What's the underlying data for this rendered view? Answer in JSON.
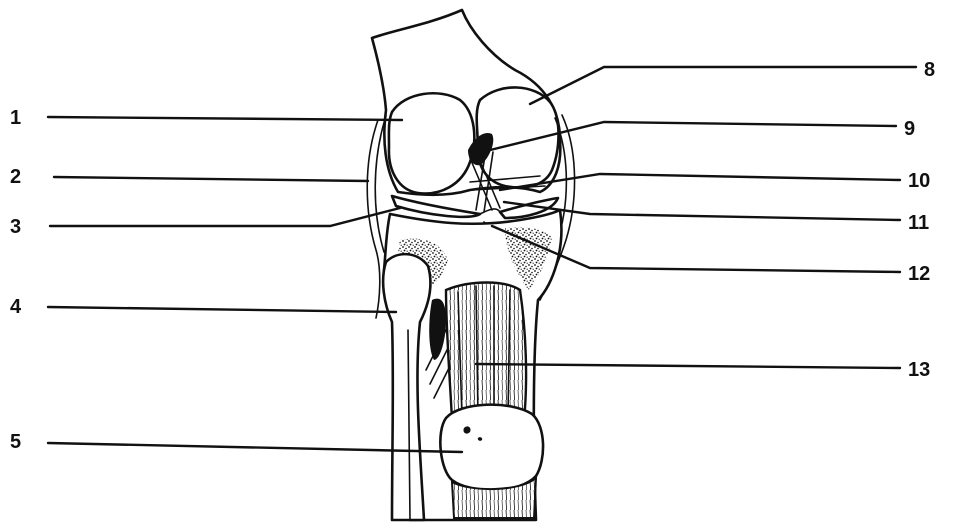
{
  "labels": {
    "n1": "1",
    "n2": "2",
    "n3": "3",
    "n4": "4",
    "n5": "5",
    "n8": "8",
    "n9": "9",
    "n10": "10",
    "n11": "11",
    "n12": "12",
    "n13": "13"
  },
  "colors": {
    "ink": "#111111",
    "paper": "#ffffff"
  }
}
